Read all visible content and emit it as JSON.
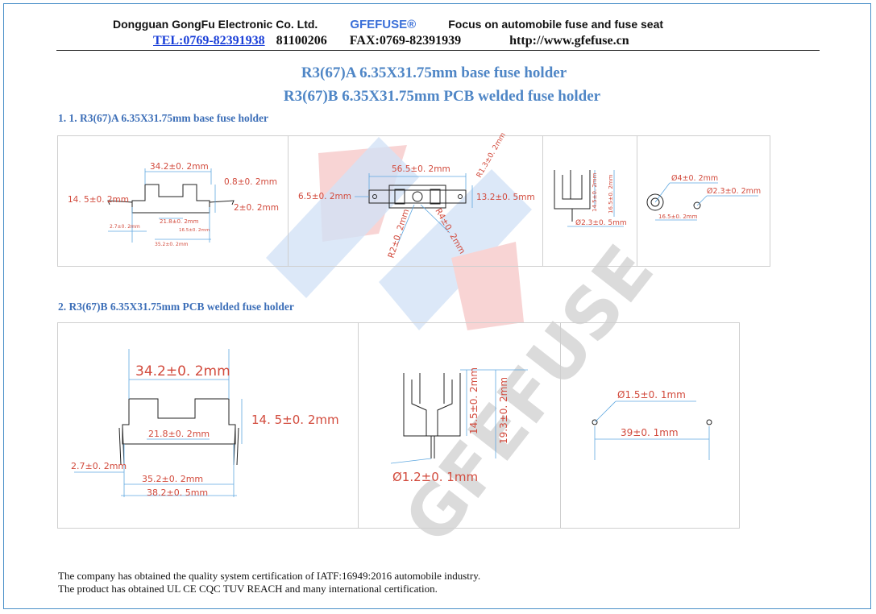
{
  "header": {
    "company": "Dongguan GongFu Electronic Co. Ltd.",
    "brand": "GFEFUSE®",
    "slogan": "Focus on automobile fuse and fuse seat",
    "tel": "TEL:0769-82391938",
    "tel2": "81100206",
    "fax": "FAX:0769-82391939",
    "website": "http://www.gfefuse.cn"
  },
  "titles": {
    "line1": "R3(67)A 6.35X31.75mm base fuse holder",
    "line2": "R3(67)B 6.35X31.75mm PCB welded fuse holder"
  },
  "sections": {
    "s1": "1.  1. R3(67)A 6.35X31.75mm base fuse holder",
    "s2": "2.  R3(67)B 6.35X31.75mm PCB welded fuse holder"
  },
  "dims_a": {
    "front_width": "34.2±0. 2mm",
    "front_height": "14. 5±0. 2mm",
    "front_tab": "0.8±0. 2mm",
    "front_side": "2±0. 2mm",
    "front_gap": "21.8±0. 2mm",
    "front_offset": "2.7±0. 2mm",
    "front_hole": "16.5±0. 2mm",
    "front_bottom": "35.2±0. 2mm",
    "top_length": "56.5±0. 2mm",
    "top_left": "6.5±0. 2mm",
    "top_right": "13.2±0. 5mm",
    "top_r13": "R1.3±0. 2mm",
    "top_r2": "R2±0. 2mm",
    "top_r4": "R4±0. 2mm",
    "side_h1": "14.5±0. 2mm",
    "side_h2": "16.5±0. 2mm",
    "side_d": "Ø2.3±0. 5mm",
    "hole_d4": "Ø4±0. 2mm",
    "hole_d23": "Ø2.3±0. 2mm",
    "hole_pitch": "16.5±0. 2mm"
  },
  "dims_b": {
    "width": "34.2±0. 2mm",
    "height": "14. 5±0. 2mm",
    "gap": "21.8±0. 2mm",
    "offset": "2.7±0. 2mm",
    "inner": "35.2±0. 2mm",
    "outer": "38.2±0. 5mm",
    "side_h1": "14.5±0. 2mm",
    "side_h2": "19.3±0. 2mm",
    "pin_d": "Ø1.2±0. 1mm",
    "hole_d": "Ø1.5±0. 1mm",
    "pitch": "39±0. 1mm"
  },
  "watermark": {
    "text": "GFEFUSE"
  },
  "footer": {
    "line1": "The company has obtained the quality system certification of IATF:16949:2016 automobile industry.",
    "line2": "The product has obtained UL CE CQC TUV REACH and many international certification."
  },
  "colors": {
    "title": "#4f86c6",
    "dimension": "#d24a3c",
    "brand": "#3a6fd8",
    "border": "#4a90c8"
  }
}
